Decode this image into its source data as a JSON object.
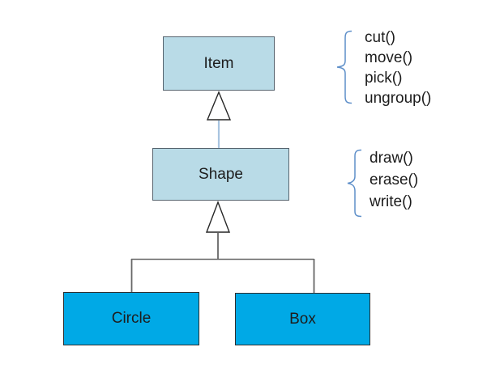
{
  "diagram": {
    "type": "class-inheritance-diagram",
    "classes": [
      {
        "id": "item",
        "label": "Item",
        "level": "top",
        "fill": "#b9dbe7"
      },
      {
        "id": "shape",
        "label": "Shape",
        "level": "middle",
        "fill": "#b9dbe7"
      },
      {
        "id": "circle",
        "label": "Circle",
        "level": "bottom",
        "fill": "#00a9e6"
      },
      {
        "id": "box",
        "label": "Box",
        "level": "bottom",
        "fill": "#00a9e6"
      }
    ],
    "relations": [
      {
        "from": "Shape",
        "to": "Item",
        "type": "inheritance"
      },
      {
        "from": "Circle",
        "to": "Shape",
        "type": "inheritance"
      },
      {
        "from": "Box",
        "to": "Shape",
        "type": "inheritance"
      }
    ],
    "method_groups": [
      {
        "attached_to": "Item",
        "methods": [
          "cut()",
          "move()",
          "pick()",
          "ungroup()"
        ]
      },
      {
        "attached_to": "Shape",
        "methods": [
          "draw()",
          "erase()",
          "write()"
        ]
      }
    ],
    "colors": {
      "light_class_fill": "#b9dbe7",
      "cyan_class_fill": "#00a9e6",
      "class_border": "#56636e",
      "brace": "#5e8fc9",
      "connector_blue": "#a8c4e0",
      "connector_gray": "#666666",
      "text": "#1c1c1c",
      "background": "#ffffff"
    }
  }
}
